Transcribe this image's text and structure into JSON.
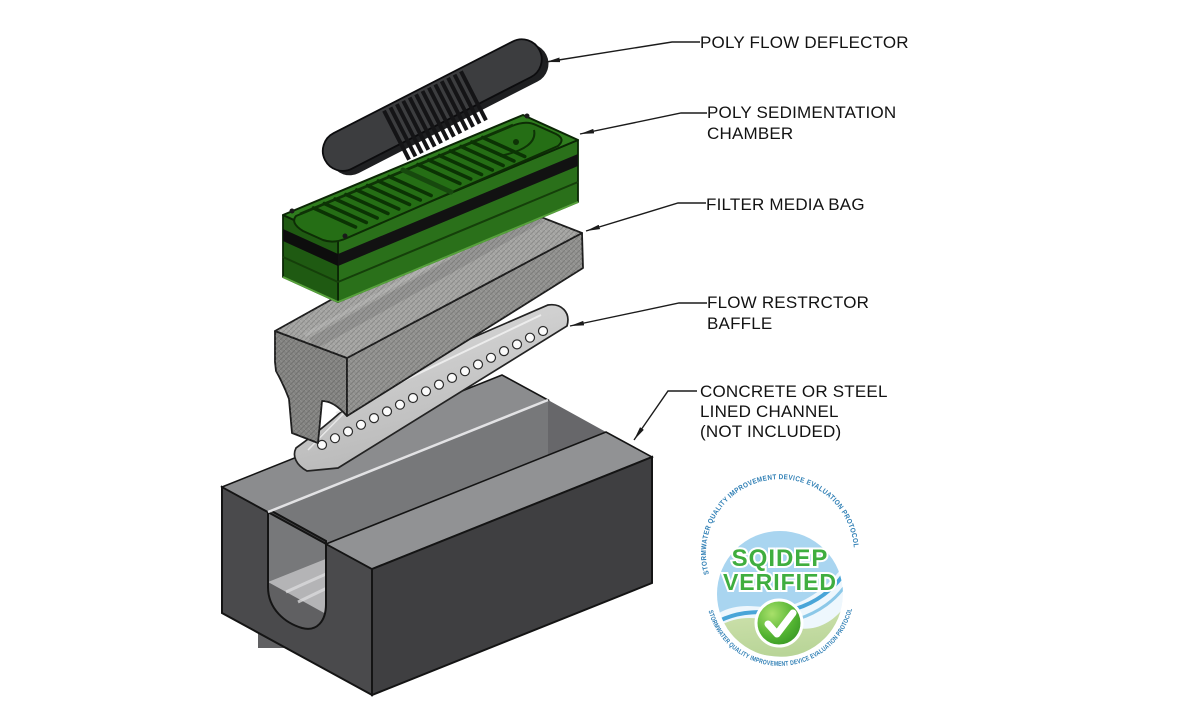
{
  "diagram": {
    "labels": {
      "deflector": {
        "line1": "POLY FLOW DEFLECTOR"
      },
      "chamber": {
        "line1": "POLY SEDIMENTATION",
        "line2": "CHAMBER"
      },
      "filter_bag": {
        "line1": "FILTER MEDIA BAG"
      },
      "baffle": {
        "line1": "FLOW RESTRCTOR",
        "line2": "BAFFLE"
      },
      "channel": {
        "line1": "CONCRETE OR STEEL",
        "line2": "LINED CHANNEL",
        "line3": "(NOT INCLUDED)"
      }
    },
    "parts": [
      {
        "name": "poly-flow-deflector",
        "color": "#3c3d3f"
      },
      {
        "name": "poly-sedimentation-chamber",
        "color": "#2f7d1e"
      },
      {
        "name": "filter-media-bag",
        "color": "#9a9a98"
      },
      {
        "name": "flow-restrictor-baffle",
        "color": "#c9c9c9"
      },
      {
        "name": "concrete-or-steel-lined-channel",
        "color": "#4a4a4c"
      }
    ]
  },
  "badge": {
    "arc_text_top": "STORMWATER QUALITY IMPROVEMENT DEVICE EVALUATION PROTOCOL",
    "arc_text_bottom": "STORMWATER QUALITY IMPROVEMENT DEVICE EVALUATION PROTOCOL",
    "title": "SQIDEP",
    "subtitle": "VERIFIED",
    "check_icon": "checkmark-icon",
    "colors": {
      "green": "#3fae3f",
      "blue": "#2f7fb5",
      "sky": "#a9d5f0",
      "leaf": "#c3dba2"
    }
  }
}
